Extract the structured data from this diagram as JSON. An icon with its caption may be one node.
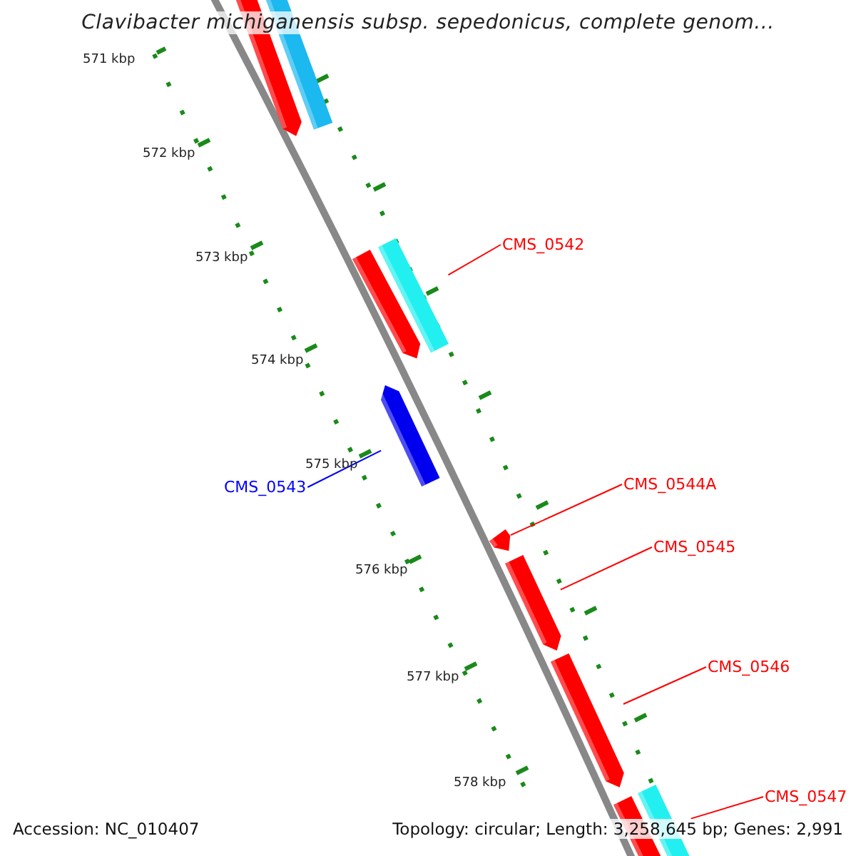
{
  "diagram": {
    "title": "Clavibacter michiganensis subsp. sepedonicus, complete genom...",
    "nodes": [
      {
        "text": [],
        "shape": "bar"
      },
      {
        "text": [],
        "shape": "bar"
      },
      {
        "text": [
          "CMS_0542"
        ]
      },
      {
        "text": [],
        "shape": "bar"
      },
      {
        "text": [],
        "shape": "bar"
      },
      {
        "text": [
          "CMS_0543"
        ]
      },
      {
        "text": [],
        "shape": "bar"
      },
      {
        "text": [
          "CMS_0544A"
        ]
      },
      {
        "text": [],
        "shape": "bar"
      },
      {
        "text": [
          "CMS_0545"
        ]
      },
      {
        "text": [],
        "shape": "bar"
      },
      {
        "text": [
          "CMS_0546"
        ]
      },
      {
        "text": [],
        "shape": "bar"
      },
      {
        "text": [
          "CMS_0547"
        ]
      },
      {
        "text": [],
        "shape": "bar"
      },
      {
        "text": [],
        "shape": "bar"
      }
    ],
    "edges": [
      {
        "from": 2,
        "to": 4,
        "arrow": "none"
      },
      {
        "from": 5,
        "to": 6,
        "arrow": "none",
        "color": "#0000ff"
      },
      {
        "from": 7,
        "to": 8,
        "arrow": "none"
      },
      {
        "from": 9,
        "to": 10,
        "arrow": "none"
      },
      {
        "from": 11,
        "to": 12,
        "arrow": "none"
      },
      {
        "from": 13,
        "to": 15,
        "arrow": "none"
      }
    ],
    "labels": [
      "571 kbp",
      "572 kbp",
      "573 kbp",
      "574 kbp",
      "575 kbp",
      "576 kbp",
      "577 kbp",
      "578 kbp",
      "Accession: NC_010407",
      "Topology: circular; Length: 3,258,645 bp; Genes: 2,991"
    ]
  }
}
